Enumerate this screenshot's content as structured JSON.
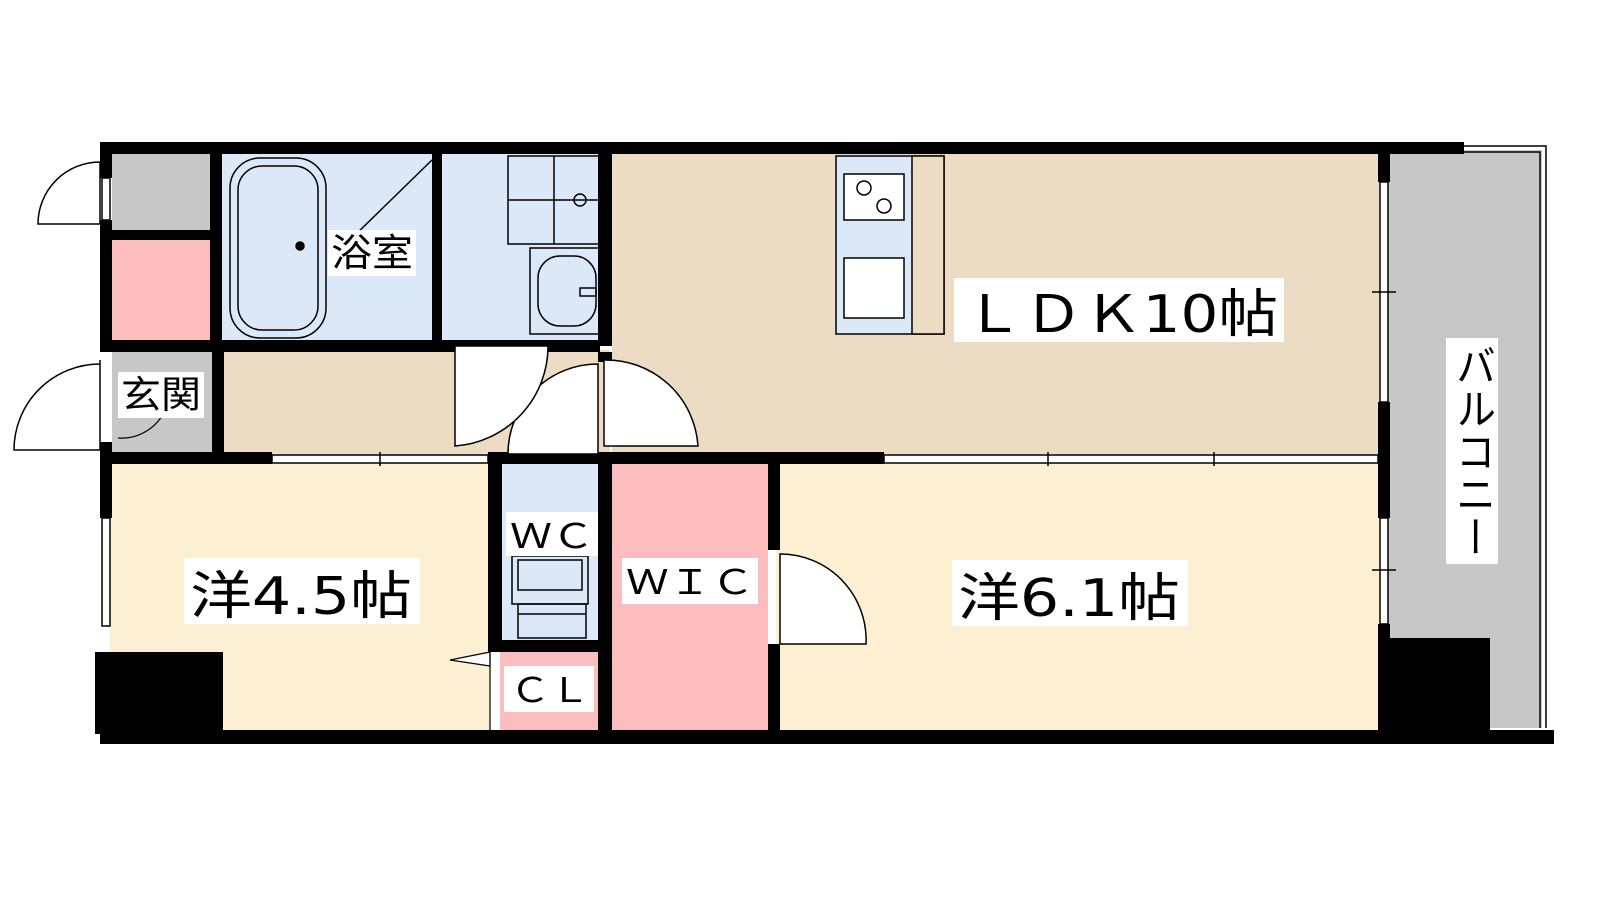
{
  "floorplan": {
    "rooms": {
      "ldk": "ＬＤＫ10帖",
      "western_large": "洋6.1帖",
      "western_small": "洋4.5帖",
      "bathroom": "浴室",
      "entrance": "玄関",
      "toilet": "ＷＣ",
      "closet": "ＣＬ",
      "walk_in_closet": "ＷＩＣ",
      "balcony": "バルコニー"
    },
    "colors": {
      "ldk_floor": "#eddcc4",
      "western_floor": "#fdf0d2",
      "wet_area": "#dbe8f8",
      "storage": "#fbbdbd",
      "exterior": "#c7c7c7",
      "wall": "#000000"
    }
  }
}
